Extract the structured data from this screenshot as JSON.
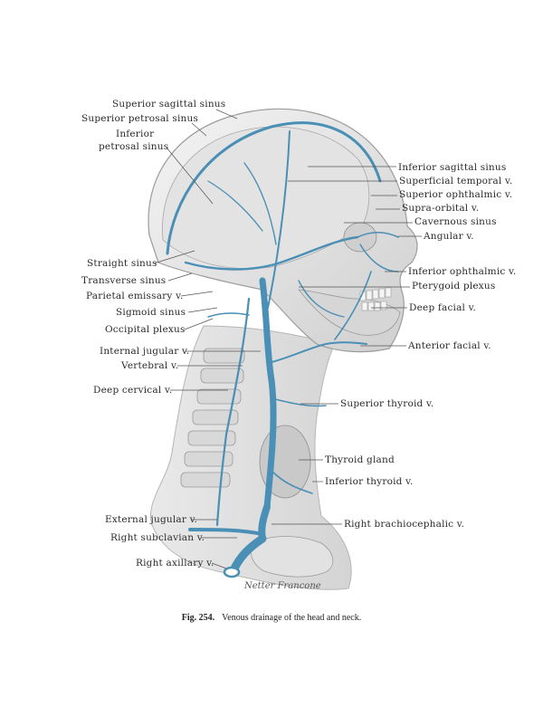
{
  "labels_left": [
    "Superior sagittal sinus",
    "Superior petrosal sinus",
    "Inferior",
    "petrosal sinus",
    "Straight sinus",
    "Transverse sinus",
    "Parietal emissary v.",
    "Sigmoid sinus",
    "Occipital plexus",
    "Internal jugular v.",
    "Vertebral v.",
    "Deep cervical v.",
    "External jugular v.",
    "Right subclavian v.",
    "Right axillary v."
  ],
  "labels_right": [
    "Inferior sagittal sinus",
    "Superficial temporal v.",
    "Superior ophthalmic v.",
    "Supra-orbital v.",
    "Cavernous sinus",
    "Angular v.",
    "Inferior ophthalmic v.",
    "Pterygoid plexus",
    "Deep facial v.",
    "Anterior facial v.",
    "Superior thyroid v.",
    "Thyroid gland",
    "Inferior thyroid v.",
    "Right brachiocephalic v."
  ],
  "signature": "Netter Francone",
  "caption": {
    "number": "Fig. 254.",
    "text": "Venous drainage of the head and neck."
  },
  "colors": {
    "vein": "#4a8fb5",
    "bone": "#dcdcdc",
    "skin": "#ededed"
  }
}
